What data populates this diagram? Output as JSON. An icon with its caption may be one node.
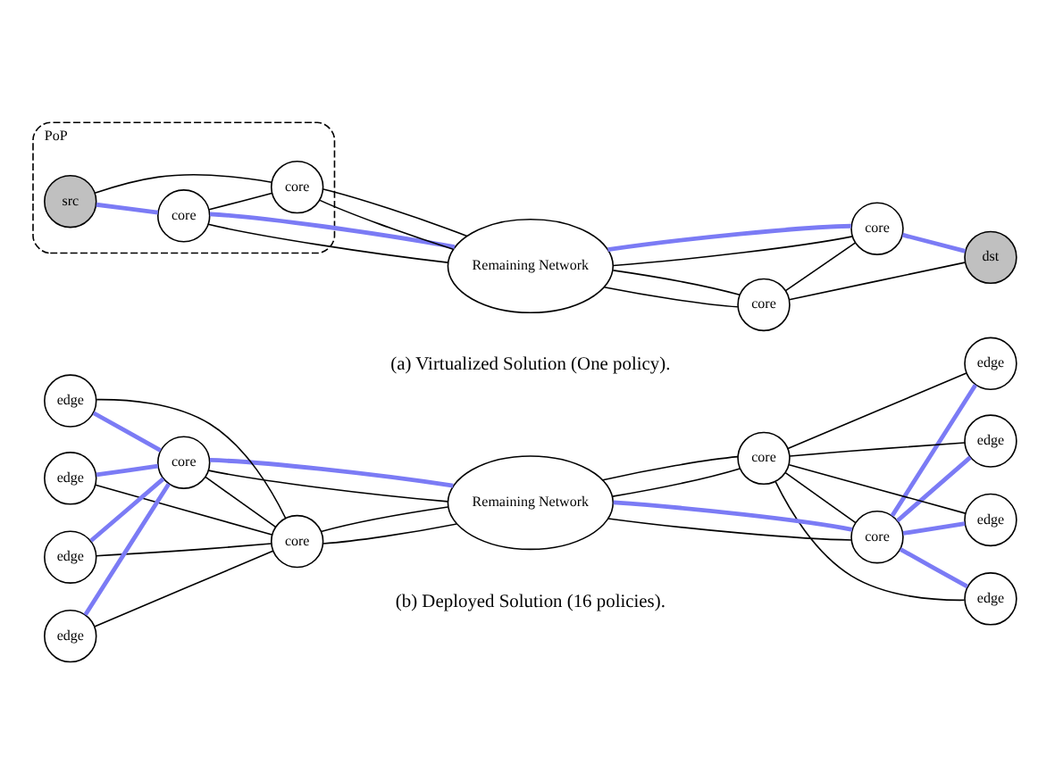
{
  "diagram": {
    "nodes": [
      {
        "text": [
          "PoP"
        ]
      },
      {
        "text": [
          "core"
        ],
        "in": 0
      },
      {
        "text": [
          "src"
        ],
        "in": 0
      },
      {
        "text": [
          "core"
        ],
        "in": 0
      },
      {
        "text": [
          "Remaining Network"
        ]
      },
      {
        "text": [
          "core"
        ]
      },
      {
        "text": [
          "core"
        ]
      },
      {
        "text": [
          "dst"
        ]
      },
      {
        "text": [
          "edge"
        ]
      },
      {
        "text": [
          "edge"
        ]
      },
      {
        "text": [
          "edge"
        ]
      },
      {
        "text": [
          "edge"
        ]
      },
      {
        "text": [
          "core"
        ]
      },
      {
        "text": [
          "core"
        ]
      },
      {
        "text": [
          "Remaining Network"
        ]
      },
      {
        "text": [
          "core"
        ]
      },
      {
        "text": [
          "core"
        ]
      },
      {
        "text": [
          "edge"
        ]
      },
      {
        "text": [
          "edge"
        ]
      },
      {
        "text": [
          "edge"
        ]
      },
      {
        "text": [
          "edge"
        ]
      }
    ],
    "edges": [
      {
        "from": 2,
        "to": 1,
        "arrow": "none",
        "style": "thick",
        "color": "#7b7bf5"
      },
      {
        "from": 2,
        "to": 3,
        "arrow": "none"
      },
      {
        "from": 1,
        "to": 3,
        "arrow": "none"
      },
      {
        "from": 1,
        "to": 4,
        "arrow": "none"
      },
      {
        "from": 1,
        "to": 4,
        "arrow": "none",
        "style": "thick",
        "color": "#7b7bf5"
      },
      {
        "from": 3,
        "to": 4,
        "arrow": "none"
      },
      {
        "from": 3,
        "to": 4,
        "arrow": "none"
      },
      {
        "from": 4,
        "to": 5,
        "arrow": "none"
      },
      {
        "from": 4,
        "to": 5,
        "arrow": "none"
      },
      {
        "from": 4,
        "to": 6,
        "arrow": "none"
      },
      {
        "from": 4,
        "to": 6,
        "arrow": "none",
        "style": "thick",
        "color": "#7b7bf5"
      },
      {
        "from": 5,
        "to": 6,
        "arrow": "none"
      },
      {
        "from": 5,
        "to": 7,
        "arrow": "none"
      },
      {
        "from": 6,
        "to": 7,
        "arrow": "none",
        "style": "thick",
        "color": "#7b7bf5"
      },
      {
        "from": 8,
        "to": 12,
        "arrow": "none",
        "style": "thick",
        "color": "#7b7bf5"
      },
      {
        "from": 9,
        "to": 12,
        "arrow": "none",
        "style": "thick",
        "color": "#7b7bf5"
      },
      {
        "from": 10,
        "to": 12,
        "arrow": "none",
        "style": "thick",
        "color": "#7b7bf5"
      },
      {
        "from": 11,
        "to": 12,
        "arrow": "none",
        "style": "thick",
        "color": "#7b7bf5"
      },
      {
        "from": 8,
        "to": 13,
        "arrow": "none"
      },
      {
        "from": 9,
        "to": 13,
        "arrow": "none"
      },
      {
        "from": 10,
        "to": 13,
        "arrow": "none"
      },
      {
        "from": 11,
        "to": 13,
        "arrow": "none"
      },
      {
        "from": 12,
        "to": 13,
        "arrow": "none"
      },
      {
        "from": 12,
        "to": 14,
        "arrow": "none"
      },
      {
        "from": 12,
        "to": 14,
        "arrow": "none",
        "style": "thick",
        "color": "#7b7bf5"
      },
      {
        "from": 13,
        "to": 14,
        "arrow": "none"
      },
      {
        "from": 13,
        "to": 14,
        "arrow": "none"
      },
      {
        "from": 14,
        "to": 15,
        "arrow": "none"
      },
      {
        "from": 14,
        "to": 15,
        "arrow": "none"
      },
      {
        "from": 14,
        "to": 16,
        "arrow": "none"
      },
      {
        "from": 14,
        "to": 16,
        "arrow": "none",
        "style": "thick",
        "color": "#7b7bf5"
      },
      {
        "from": 15,
        "to": 16,
        "arrow": "none"
      },
      {
        "from": 15,
        "to": 17,
        "arrow": "none"
      },
      {
        "from": 15,
        "to": 18,
        "arrow": "none"
      },
      {
        "from": 15,
        "to": 19,
        "arrow": "none"
      },
      {
        "from": 15,
        "to": 20,
        "arrow": "none"
      },
      {
        "from": 16,
        "to": 17,
        "arrow": "none",
        "style": "thick",
        "color": "#7b7bf5"
      },
      {
        "from": 16,
        "to": 18,
        "arrow": "none",
        "style": "thick",
        "color": "#7b7bf5"
      },
      {
        "from": 16,
        "to": 19,
        "arrow": "none",
        "style": "thick",
        "color": "#7b7bf5"
      },
      {
        "from": 16,
        "to": 20,
        "arrow": "none",
        "style": "thick",
        "color": "#7b7bf5"
      }
    ],
    "labels": [
      "(a) Virtualized Solution (One policy).",
      "(b) Deployed Solution (16 policies)."
    ]
  }
}
